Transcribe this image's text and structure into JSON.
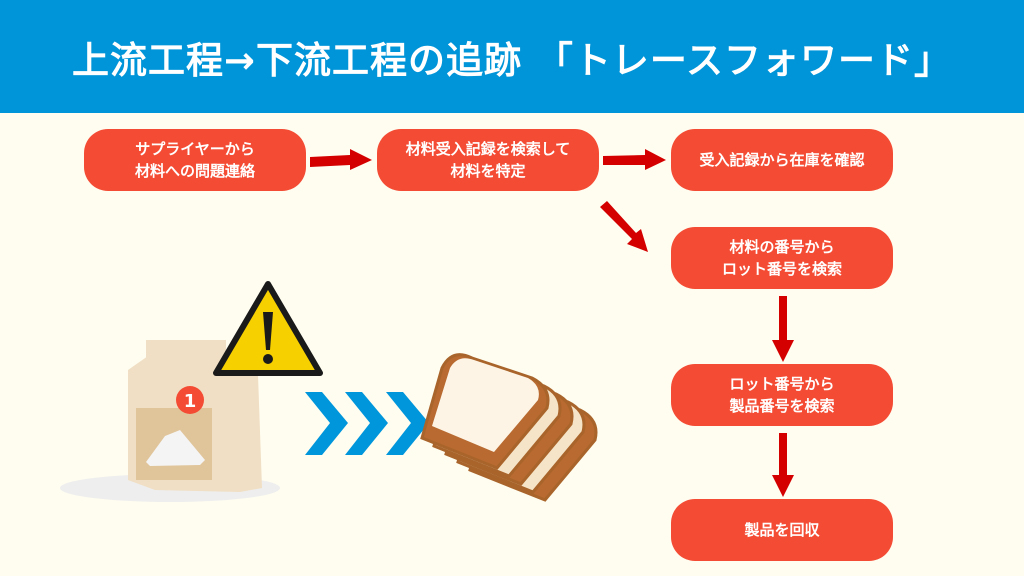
{
  "title": "上流工程→下流工程の追跡 「トレースフォワード」",
  "steps": [
    "サプライヤーから\n材料への問題連絡",
    "材料受入記録を検索して\n材料を特定",
    "受入記録から在庫を確認",
    "材料の番号から\nロット番号を検索",
    "ロット番号から\n製品番号を検索",
    "製品を回収"
  ],
  "illustration": {
    "bag_badge": "1"
  },
  "colors": {
    "header": "#0094d8",
    "box": "#f44c34",
    "arrow": "#d40000",
    "chevron": "#0096dc",
    "background": "#fffdf0"
  }
}
